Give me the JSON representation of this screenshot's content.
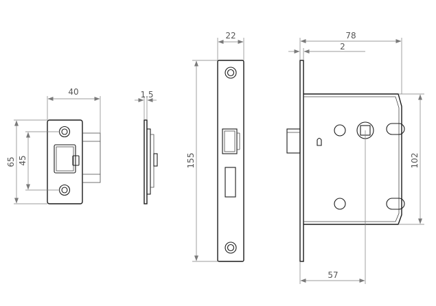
{
  "dimensions": {
    "tubular_latch": {
      "width": "40",
      "height": "65",
      "hole_spacing": "45"
    },
    "latch_side": {
      "thickness": "1.5"
    },
    "faceplate": {
      "width": "22",
      "height": "155"
    },
    "lock_body": {
      "depth": "78",
      "offset": "2",
      "backset": "57",
      "height": "102"
    }
  }
}
